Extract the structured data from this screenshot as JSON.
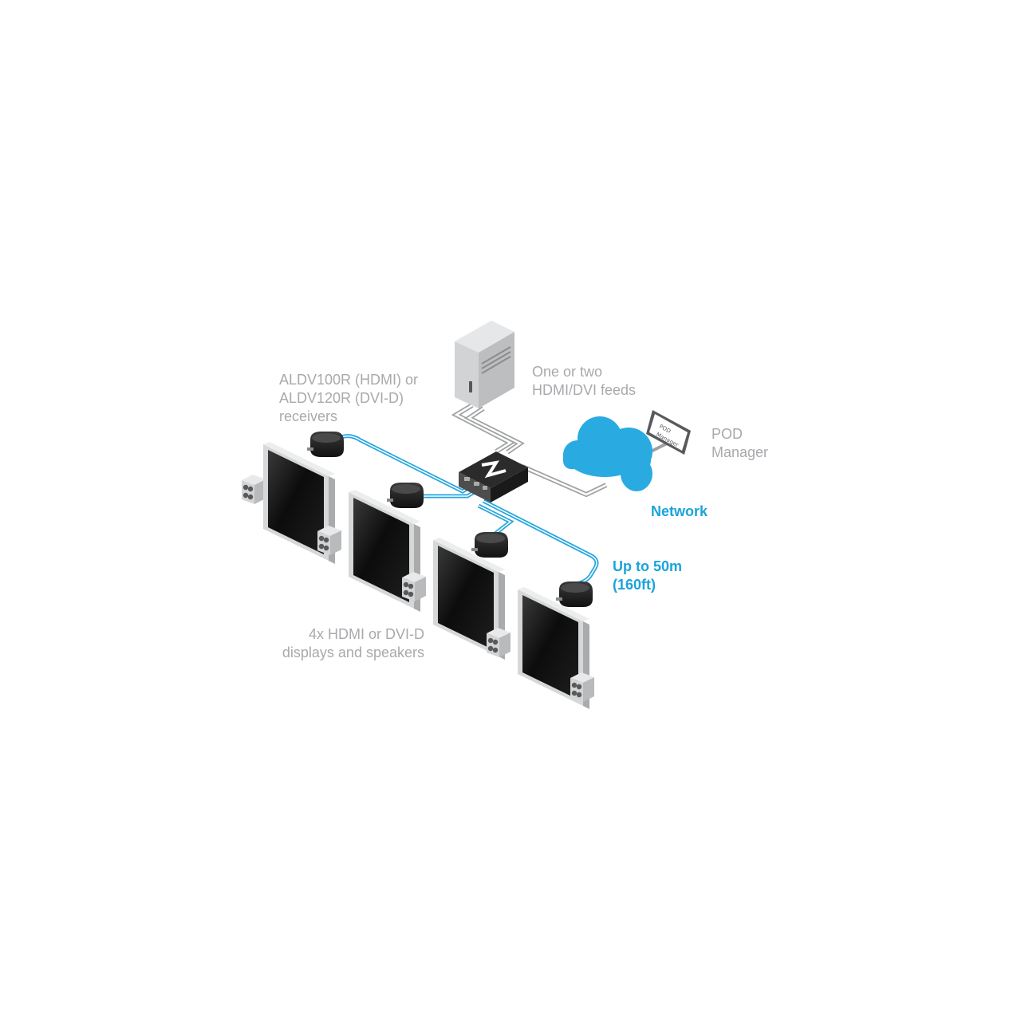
{
  "colors": {
    "cable_blue": "#26a6dc",
    "network_cloud": "#29abe2",
    "label_gray": "#a7a9ac",
    "label_blue": "#1aa3dc",
    "screen": "#111111",
    "bezel": "#c9cacc"
  },
  "labels": {
    "receivers_line1": "ALDV100R (HDMI) or",
    "receivers_line2": "ALDV120R (DVI-D)",
    "receivers_line3": "receivers",
    "feeds_line1": "One or two",
    "feeds_line2": "HDMI/DVI feeds",
    "pod_line1": "POD",
    "pod_line2": "Manager",
    "network": "Network",
    "distance_line1": "Up to 50m",
    "distance_line2": "(160ft)",
    "displays_line1": "4x HDMI or DVI-D",
    "displays_line2": "displays and speakers"
  },
  "pod_screen_text": {
    "line1": "POD",
    "line2": "Manager"
  },
  "icons": {
    "server": "tower-server-icon",
    "transmitter": "transmitter-unit-icon",
    "cloud": "network-cloud-icon",
    "tablet": "pod-manager-tablet-icon",
    "receiver": "receiver-puck-icon",
    "display": "display-monitor-icon",
    "speaker": "speaker-icon"
  }
}
